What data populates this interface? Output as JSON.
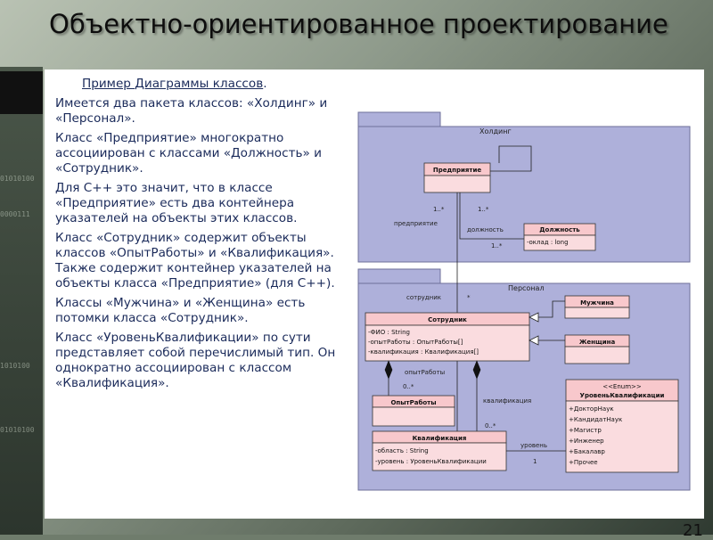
{
  "slide": {
    "title": "Объектно-ориентированное проектирование",
    "page_number": "21",
    "background_binary": [
      "01010100",
      "0000111",
      "1010100",
      "01010100"
    ]
  },
  "text": {
    "heading_prefix": "Пример ",
    "heading_link": "Диаграммы классов",
    "heading_suffix": ".",
    "paragraphs": [
      "Имеется два пакета классов: «Холдинг» и «Персонал».",
      "Класс «Предприятие» многократно ассоциирован с классами «Должность» и «Сотрудник».",
      "Для C++ это значит, что в классе «Предприятие» есть два контейнера указателей на объекты этих классов.",
      "Класс «Сотрудник» содержит объекты классов «ОпытРаботы» и «Квалификация». Также содержит контейнер указателей на объекты класса «Предприятие» (для C++).",
      "Классы «Мужчина» и «Женщина» есть потомки класса «Сотрудник».",
      "Класс «УровеньКвалификации» по сути представляет собой перечислимый тип. Он однократно ассоциирован с классом «Квалификация»."
    ]
  },
  "diagram": {
    "colors": {
      "package_fill": "#aeb0da",
      "class_header": "#f8c8cc",
      "class_body": "#fadcdf",
      "line": "#202020"
    },
    "package_holding": {
      "name": "Холдинг"
    },
    "package_personal": {
      "name": "Персонал"
    },
    "classes": {
      "enterprise": {
        "name": "Предприятие",
        "attributes": []
      },
      "position": {
        "name": "Должность",
        "attributes": [
          "-оклад : long"
        ]
      },
      "employee": {
        "name": "Сотрудник",
        "attributes": [
          "-ФИО : String",
          "-опытРаботы : ОпытРаботы[]",
          "-квалификация : Квалификация[]"
        ]
      },
      "man": {
        "name": "Мужчина",
        "attributes": []
      },
      "woman": {
        "name": "Женщина",
        "attributes": []
      },
      "experience": {
        "name": "ОпытРаботы",
        "attributes": []
      },
      "qualification": {
        "name": "Квалификация",
        "attributes": [
          "-область : String",
          "-уровень : УровеньКвалификации"
        ]
      },
      "level": {
        "stereotype": "<<Enum>>",
        "name": "УровеньКвалификации",
        "attributes": [
          "+ДокторНаук",
          "+КандидатНаук",
          "+Магистр",
          "+Инженер",
          "+Бакалавр",
          "+Прочее"
        ]
      }
    },
    "labels": {
      "mult_holding_left": "1..*",
      "mult_holding_right": "1..*",
      "role_enterprise": "предприятие",
      "role_position": "должность",
      "mult_position": "1..*",
      "role_employee": "сотрудник",
      "mult_employee": "*",
      "role_experience": "опытРаботы",
      "mult_experience": "0..*",
      "role_qualification": "квалификация",
      "mult_qualification": "0..*",
      "role_level": "уровень",
      "mult_level": "1"
    }
  }
}
